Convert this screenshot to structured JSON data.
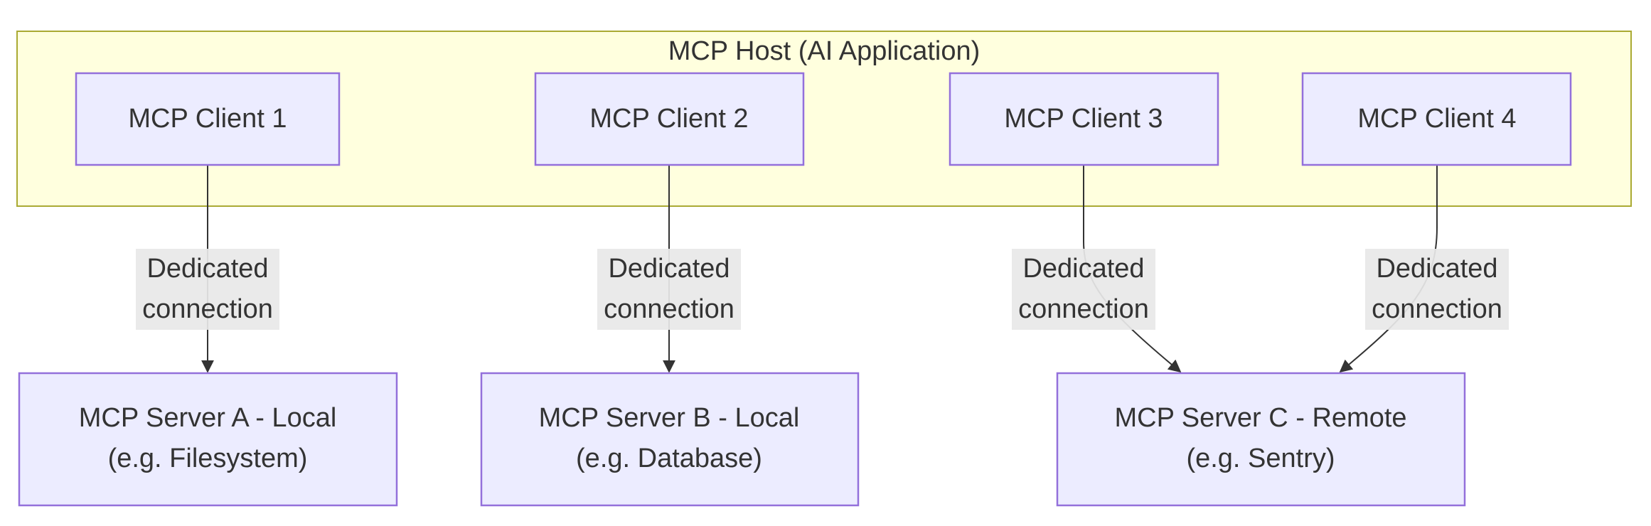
{
  "host": {
    "title": "MCP Host (AI Application)"
  },
  "clients": [
    {
      "label": "MCP Client 1"
    },
    {
      "label": "MCP Client 2"
    },
    {
      "label": "MCP Client 3"
    },
    {
      "label": "MCP Client 4"
    }
  ],
  "servers": [
    {
      "line1": "MCP Server A - Local",
      "line2": "(e.g. Filesystem)"
    },
    {
      "line1": "MCP Server B - Local",
      "line2": "(e.g. Database)"
    },
    {
      "line1": "MCP Server C - Remote",
      "line2": "(e.g. Sentry)"
    }
  ],
  "edges": [
    {
      "line1": "Dedicated",
      "line2": "connection"
    },
    {
      "line1": "Dedicated",
      "line2": "connection"
    },
    {
      "line1": "Dedicated",
      "line2": "connection"
    },
    {
      "line1": "Dedicated",
      "line2": "connection"
    }
  ],
  "colors": {
    "group_fill": "#ffffde",
    "group_stroke": "#aaaa33",
    "node_fill": "#ececff",
    "node_stroke": "#9370db",
    "edge": "#333333",
    "edge_label_bg": "#e8e8e8"
  }
}
